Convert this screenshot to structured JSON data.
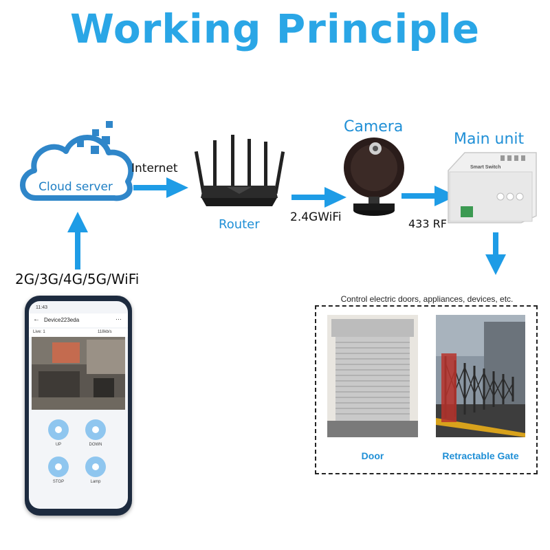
{
  "title": "Working Principle",
  "nodes": {
    "cloud": "Cloud server",
    "router": "Router",
    "camera": "Camera",
    "main_unit": "Main unit",
    "main_unit_brand": "Smart Switch"
  },
  "links": {
    "internet": "Internet",
    "wifi": "2.4GWiFi",
    "rf": "433 RF",
    "mobile": "2G/3G/4G/5G/WiFi"
  },
  "control": {
    "caption": "Control electric doors, appliances, devices, etc.",
    "door": "Door",
    "gate": "Retractable Gate"
  },
  "phone": {
    "time": "11:43",
    "device": "Device223eda",
    "live": "Live: 1",
    "rate": "118kb/s",
    "buttons": [
      "UP",
      "DOWN",
      "STOP",
      "Lamp"
    ]
  },
  "colors": {
    "accent": "#2aa6e6",
    "label": "#1f8fd6"
  }
}
